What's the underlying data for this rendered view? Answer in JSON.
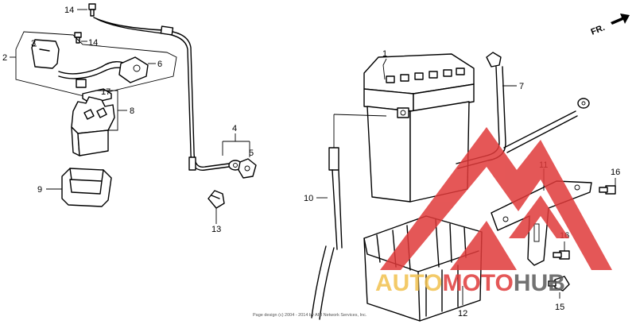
{
  "diagram": {
    "callouts": [
      {
        "id": "14a",
        "label": "14"
      },
      {
        "id": "14b",
        "label": "14"
      },
      {
        "id": "3",
        "label": "3"
      },
      {
        "id": "2",
        "label": "2"
      },
      {
        "id": "6",
        "label": "6"
      },
      {
        "id": "17",
        "label": "17"
      },
      {
        "id": "8",
        "label": "8"
      },
      {
        "id": "9",
        "label": "9"
      },
      {
        "id": "4",
        "label": "4"
      },
      {
        "id": "5",
        "label": "5"
      },
      {
        "id": "13",
        "label": "13"
      },
      {
        "id": "1",
        "label": "1"
      },
      {
        "id": "7",
        "label": "7"
      },
      {
        "id": "10",
        "label": "10"
      },
      {
        "id": "11",
        "label": "11"
      },
      {
        "id": "16a",
        "label": "16"
      },
      {
        "id": "16b",
        "label": "16"
      },
      {
        "id": "12",
        "label": "12"
      },
      {
        "id": "15",
        "label": "15"
      }
    ],
    "direction_label": "FR.",
    "copyright": "Page design (c) 2004 - 2014 by ARI Network Services, Inc."
  },
  "watermark": {
    "part1": "AUTO",
    "part2": "MOTO",
    "part3": "HUB",
    "colors": {
      "red": "#e03a3a",
      "gold": "#f2c14e",
      "grey": "#5a5a5a"
    }
  }
}
